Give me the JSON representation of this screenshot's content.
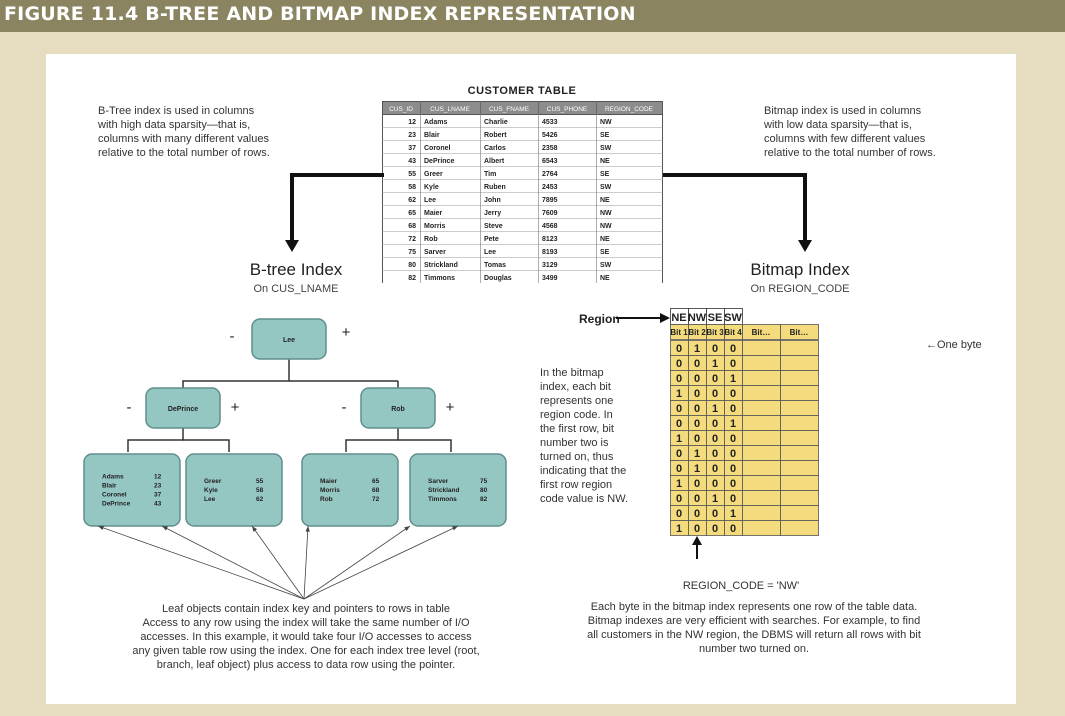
{
  "figure_title": "FIGURE 11.4  B-TREE AND BITMAP INDEX REPRESENTATION",
  "customer_table": {
    "title": "CUSTOMER TABLE",
    "columns": [
      "CUS_ID",
      "CUS_LNAME",
      "CUS_FNAME",
      "CUS_PHONE",
      "REGION_CODE"
    ],
    "rows": [
      [
        "12",
        "Adams",
        "Charlie",
        "4533",
        "NW"
      ],
      [
        "23",
        "Blair",
        "Robert",
        "5426",
        "SE"
      ],
      [
        "37",
        "Coronel",
        "Carlos",
        "2358",
        "SW"
      ],
      [
        "43",
        "DePrince",
        "Albert",
        "6543",
        "NE"
      ],
      [
        "55",
        "Greer",
        "Tim",
        "2764",
        "SE"
      ],
      [
        "58",
        "Kyle",
        "Ruben",
        "2453",
        "SW"
      ],
      [
        "62",
        "Lee",
        "John",
        "7895",
        "NE"
      ],
      [
        "65",
        "Maier",
        "Jerry",
        "7609",
        "NW"
      ],
      [
        "68",
        "Morris",
        "Steve",
        "4568",
        "NW"
      ],
      [
        "72",
        "Rob",
        "Pete",
        "8123",
        "NE"
      ],
      [
        "75",
        "Sarver",
        "Lee",
        "8193",
        "SE"
      ],
      [
        "80",
        "Strickland",
        "Tomas",
        "3129",
        "SW"
      ],
      [
        "82",
        "Timmons",
        "Douglas",
        "3499",
        "NE"
      ]
    ]
  },
  "btree_note": "B-Tree index is used in columns\nwith high data sparsity—that is,\ncolumns with many different values\nrelative to the total number of rows.",
  "bitmap_note": "Bitmap index is used in columns\nwith low data sparsity—that is,\ncolumns with few different values\nrelative to the total number of rows.",
  "btree": {
    "title": "B-tree Index",
    "subtitle": "On CUS_LNAME",
    "root": "Lee",
    "branches": [
      "DePrince",
      "Rob"
    ],
    "minus": "-",
    "plus": "+",
    "leaves": [
      [
        [
          "Adams",
          "12"
        ],
        [
          "Blair",
          "23"
        ],
        [
          "Coronel",
          "37"
        ],
        [
          "DePrince",
          "43"
        ]
      ],
      [
        [
          "Greer",
          "55"
        ],
        [
          "Kyle",
          "58"
        ],
        [
          "Lee",
          "62"
        ]
      ],
      [
        [
          "Maier",
          "65"
        ],
        [
          "Morris",
          "68"
        ],
        [
          "Rob",
          "72"
        ]
      ],
      [
        [
          "Sarver",
          "75"
        ],
        [
          "Strickland",
          "80"
        ],
        [
          "Timmons",
          "82"
        ]
      ]
    ],
    "leaf_note": "Leaf objects contain index key and pointers to rows in table\nAccess to any row using the index will take the same number of I/O\naccesses. In this example, it would take four I/O accesses to access\nany given table row using the index. One for each index tree level (root,\nbranch, leaf object) plus access to data row using the pointer."
  },
  "bitmap": {
    "title": "Bitmap Index",
    "subtitle": "On REGION_CODE",
    "region_label": "Region",
    "regions": [
      "NE",
      "NW",
      "SE",
      "SW"
    ],
    "bit_labels": [
      "Bit 1",
      "Bit 2",
      "Bit 3",
      "Bit 4",
      "Bit…",
      "Bit…"
    ],
    "rows": [
      [
        "0",
        "1",
        "0",
        "0"
      ],
      [
        "0",
        "0",
        "1",
        "0"
      ],
      [
        "0",
        "0",
        "0",
        "1"
      ],
      [
        "1",
        "0",
        "0",
        "0"
      ],
      [
        "0",
        "0",
        "1",
        "0"
      ],
      [
        "0",
        "0",
        "0",
        "1"
      ],
      [
        "1",
        "0",
        "0",
        "0"
      ],
      [
        "0",
        "1",
        "0",
        "0"
      ],
      [
        "0",
        "1",
        "0",
        "0"
      ],
      [
        "1",
        "0",
        "0",
        "0"
      ],
      [
        "0",
        "0",
        "1",
        "0"
      ],
      [
        "0",
        "0",
        "0",
        "1"
      ],
      [
        "1",
        "0",
        "0",
        "0"
      ]
    ],
    "one_byte_label": "One byte",
    "side_note": "In the bitmap\nindex, each bit\nrepresents one\nregion code. In\nthe first row, bit\nnumber two is\nturned on, thus\nindicating that the\nfirst row region\ncode value is NW.",
    "query_label": "REGION_CODE = 'NW'",
    "bottom_note": "Each byte in the bitmap index represents one row of the table data.\nBitmap indexes are very efficient with searches. For example, to find\nall customers in the NW region, the DBMS will return all rows with bit\nnumber two turned on."
  },
  "colors": {
    "title_bar": "#8a8560",
    "background": "#e6dcc0",
    "node_fill": "#95c7c2",
    "node_stroke": "#5e8f8b",
    "bitmap_fill": "#f4dc7e"
  }
}
